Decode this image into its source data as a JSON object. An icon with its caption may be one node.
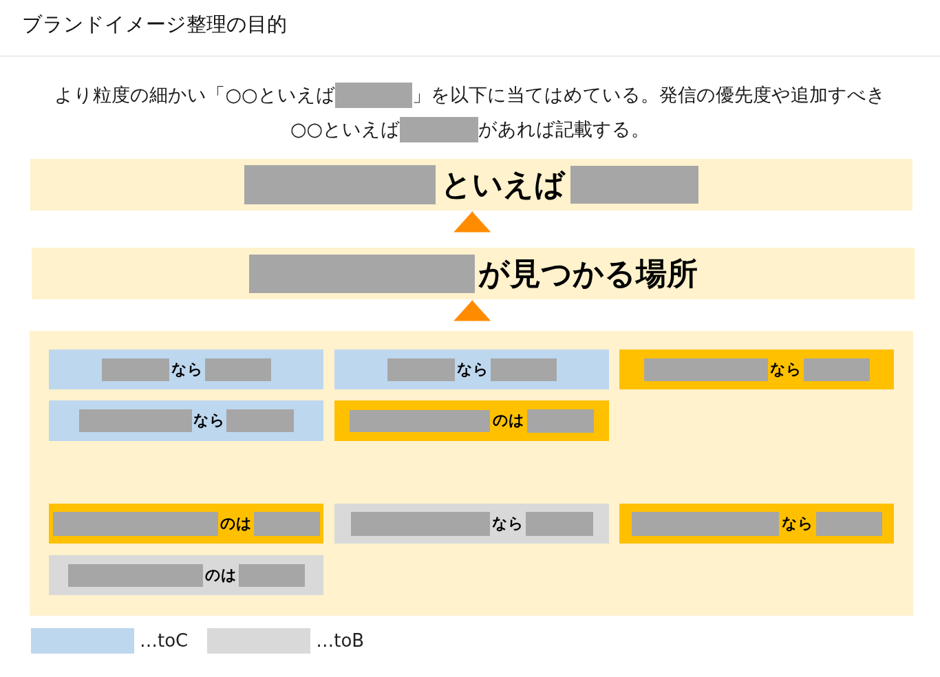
{
  "diagram": {
    "title": "ブランドイメージ整理の目的",
    "nodes": [
      {
        "text": [
          "といえば"
        ]
      },
      {
        "text": [
          "が見つかる場所"
        ]
      },
      {
        "text": [],
        "shape": "box"
      },
      {
        "text": [
          "なら"
        ],
        "in": 2
      },
      {
        "text": [
          "なら"
        ],
        "in": 2
      },
      {
        "text": [
          "なら"
        ],
        "in": 2
      },
      {
        "text": [
          "なら"
        ],
        "in": 2
      },
      {
        "text": [
          "のは"
        ],
        "in": 2
      },
      {
        "text": [
          "のは"
        ],
        "in": 2
      },
      {
        "text": [
          "なら"
        ],
        "in": 2
      },
      {
        "text": [
          "なら"
        ],
        "in": 2
      },
      {
        "text": [
          "のは"
        ],
        "in": 2
      }
    ],
    "edges": [
      {
        "from": 1,
        "to": 0,
        "arrow": "to"
      },
      {
        "from": 2,
        "to": 1,
        "arrow": "to"
      }
    ],
    "labels": [
      "より粒度の細かい「○○といえば",
      "」を以下に当てはめている。発信の優先度や追加すべき",
      "○○といえば",
      "があれば記載する。"
    ],
    "legend": [
      {
        "text": "…toC",
        "color": "#bdd7ee"
      },
      {
        "text": "…toB",
        "color": "#d9d9d9"
      }
    ]
  }
}
